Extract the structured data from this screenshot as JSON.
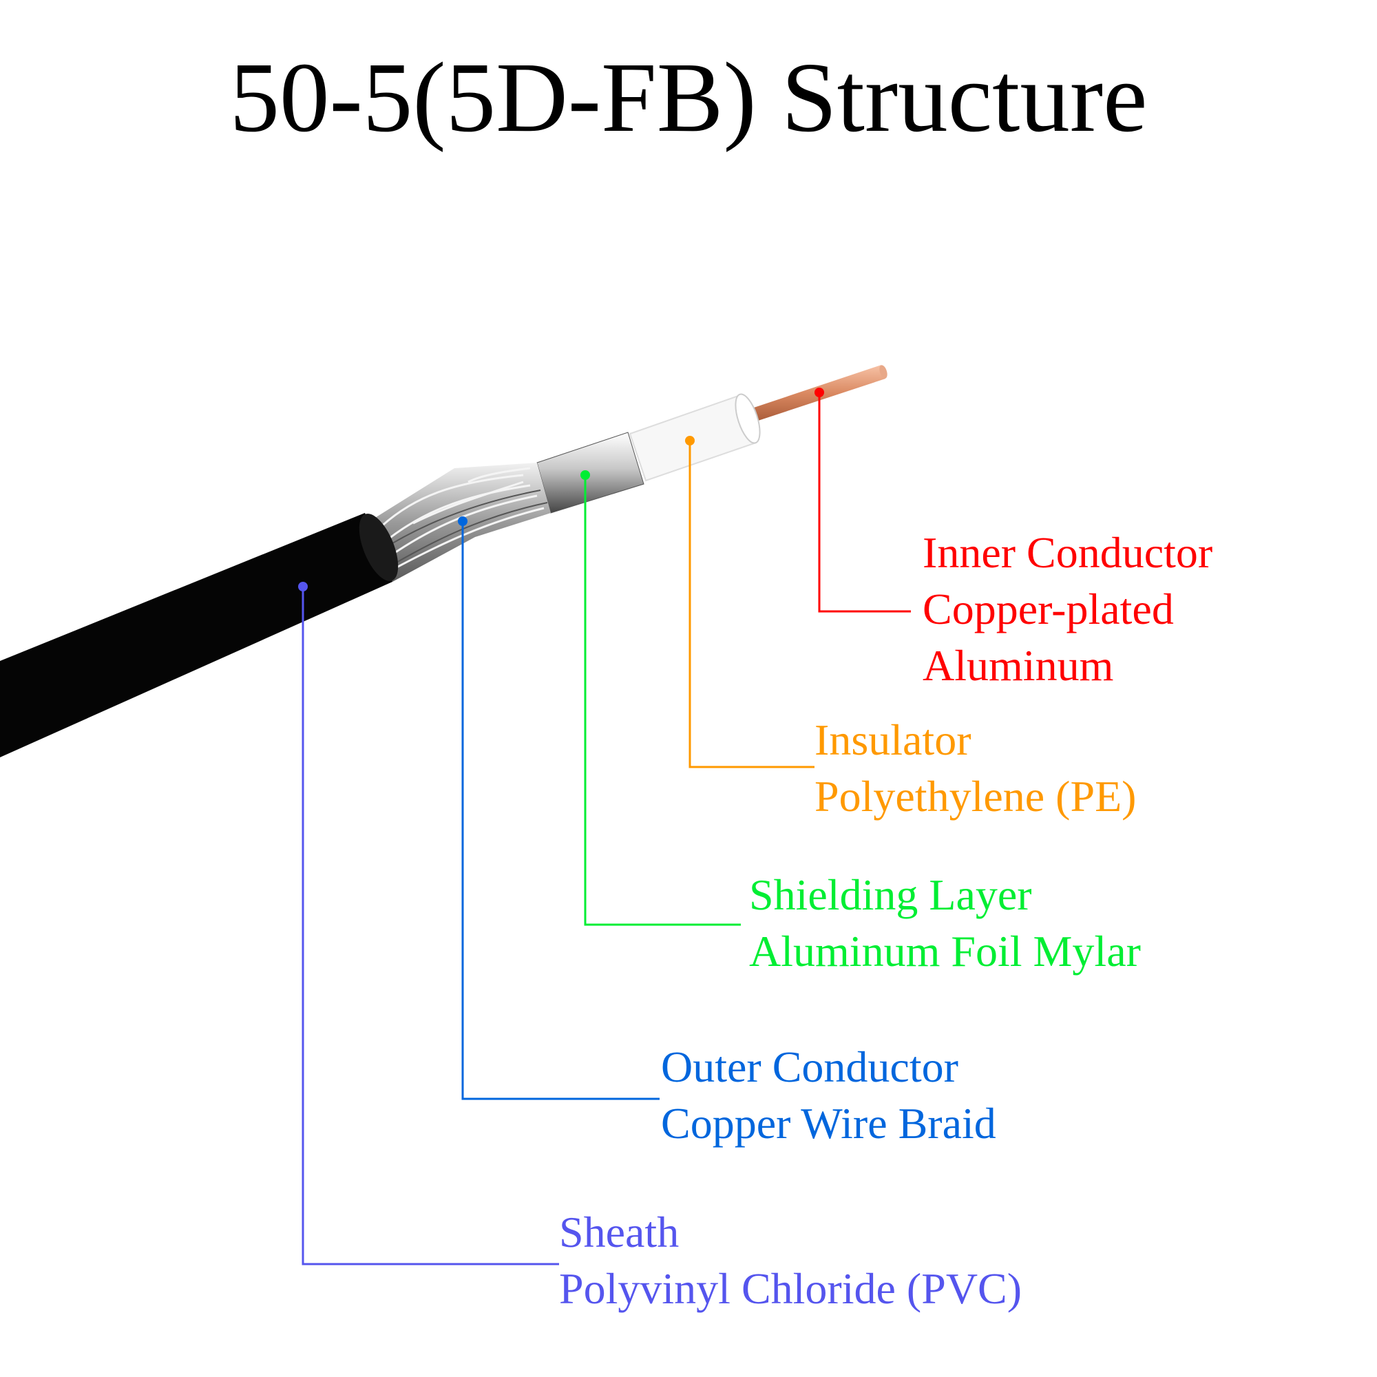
{
  "title": "50-5(5D-FB) Structure",
  "colors": {
    "inner": "#ff0000",
    "insulator": "#ff9900",
    "shield": "#00ee33",
    "outer": "#0066dd",
    "sheath": "#5555ee"
  },
  "labels": {
    "inner": {
      "name": "Inner Conductor",
      "material_1": "Copper-plated",
      "material_2": "Aluminum"
    },
    "insulator": {
      "name": "Insulator",
      "material": "Polyethylene (PE)"
    },
    "shield": {
      "name": "Shielding Layer",
      "material": "Aluminum Foil Mylar"
    },
    "outer": {
      "name": "Outer Conductor",
      "material": "Copper Wire Braid"
    },
    "sheath": {
      "name": "Sheath",
      "material": "Polyvinyl Chloride (PVC)"
    }
  }
}
